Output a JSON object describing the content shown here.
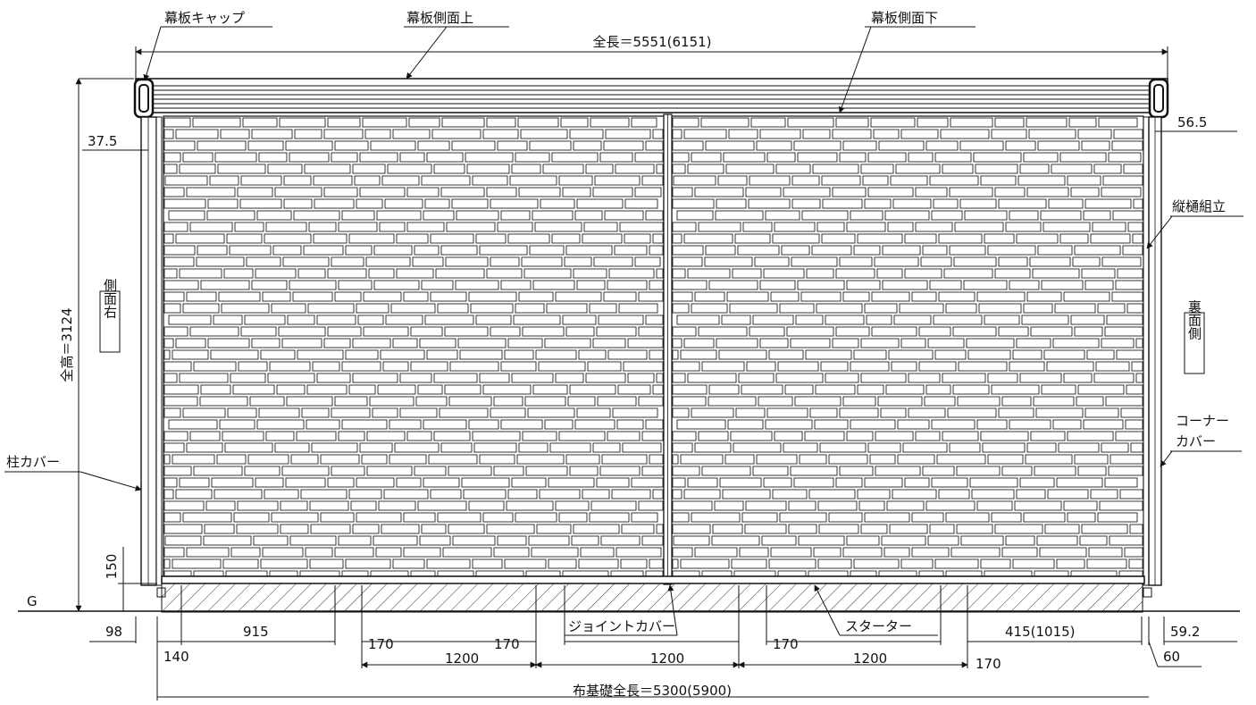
{
  "labels": {
    "cap": "幕板キャップ",
    "upper": "幕板側面上",
    "lower": "幕板側面下",
    "downpipe": "縦樋組立",
    "corner": "コーナーカバー",
    "corner_line1": "コーナー",
    "corner_line2": "カバー",
    "post_cover": "柱カバー",
    "joint": "ジョイントカバー",
    "starter": "スターター",
    "ground": "G",
    "side_left": "側面右",
    "side_right": "裏面側"
  },
  "dimensions": {
    "overall_length": "全長＝5551(6151)",
    "overall_height": "全高＝3124",
    "foundation": "布基礎全長＝5300(5900)",
    "d37_5": "37.5",
    "d56_5": "56.5",
    "d150": "150",
    "d98": "98",
    "d915": "915",
    "d140": "140",
    "d170a": "170",
    "d1200a": "1200",
    "d170b": "170",
    "d1200b": "1200",
    "d170c": "170",
    "d1200c": "1200",
    "d170d": "170",
    "d415": "415(1015)",
    "d59_2": "59.2",
    "d60": "60"
  },
  "colors": {
    "line": "#111111",
    "brick": "#222222",
    "background": "#ffffff"
  }
}
